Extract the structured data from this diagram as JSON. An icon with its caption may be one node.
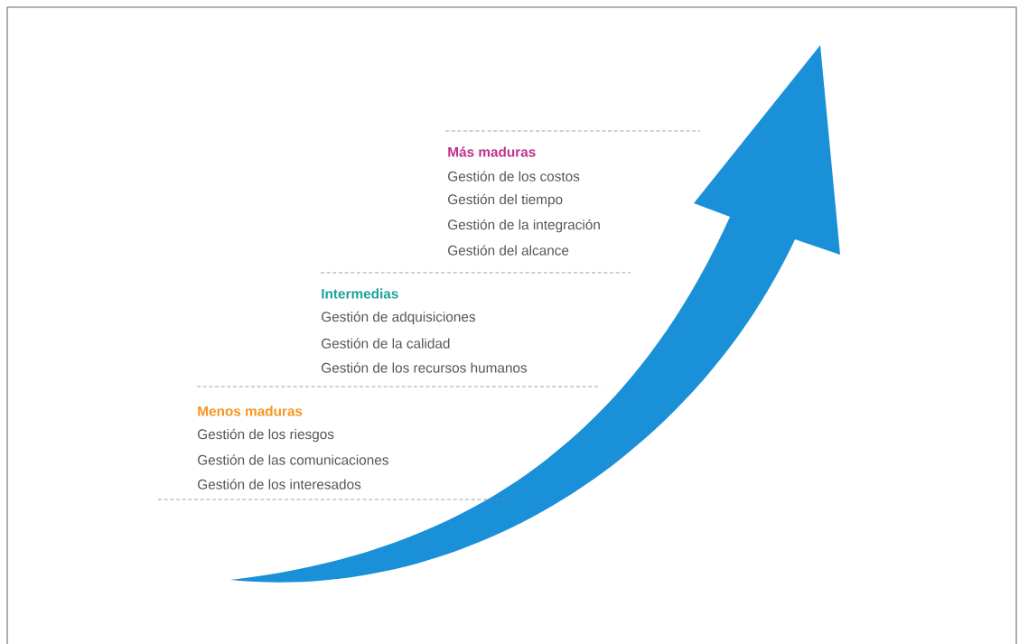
{
  "diagram": {
    "labels": [
      "Más maduras",
      "Gestión de los costos",
      "Gestión del tiempo",
      "Gestión de la integración",
      "Gestión del alcance",
      "Intermedias",
      "Gestión de adquisiciones",
      "Gestión de la calidad",
      "Gestión de los recursos humanos",
      "Menos maduras",
      "Gestión de los riesgos",
      "Gestión de las comunicaciones",
      "Gestión de los interesados"
    ]
  }
}
